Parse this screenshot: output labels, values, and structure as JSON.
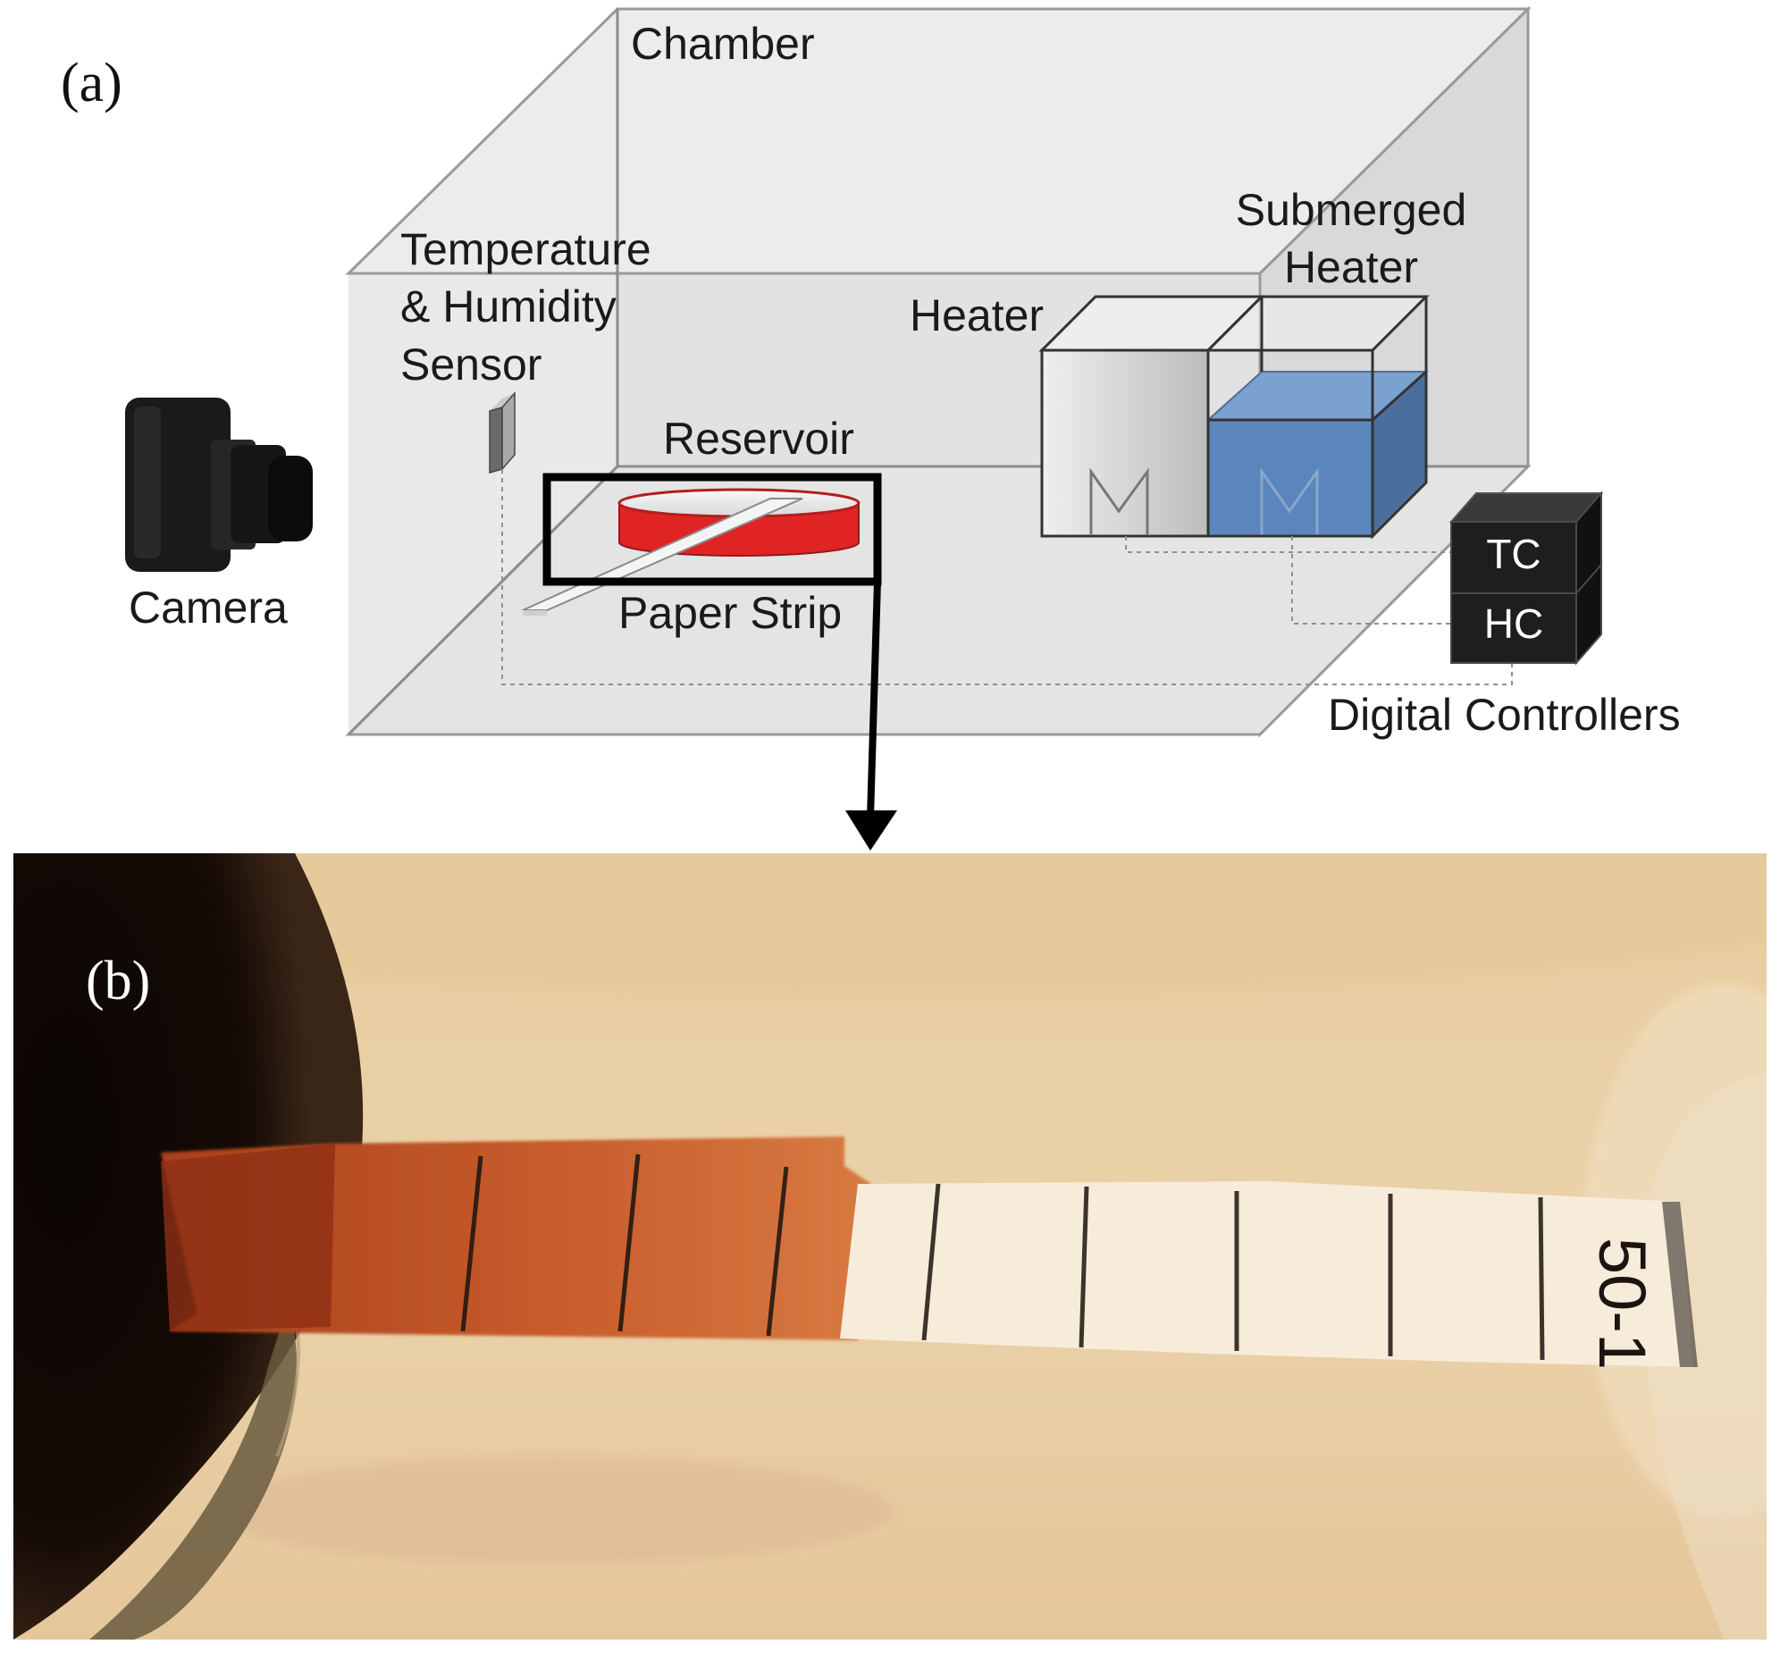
{
  "panel_a": {
    "label": "(a)",
    "labels": {
      "chamber": "Chamber",
      "temp_sensor": [
        "Temperature",
        "& Humidity",
        "Sensor"
      ],
      "submerged_heater": [
        "Submerged",
        "Heater"
      ],
      "heater": "Heater",
      "reservoir": "Reservoir",
      "paper_strip": "Paper Strip",
      "camera": "Camera",
      "tc": "TC",
      "hc": "HC",
      "digital_controllers": "Digital Controllers"
    }
  },
  "panel_b": {
    "label": "(b)",
    "strip_text": "50-1"
  },
  "colors": {
    "chamber_fill": "#e6e6e6",
    "chamber_edge": "#8c8c8c",
    "reservoir_red": "#e02424",
    "water_blue": "#5b86bd",
    "controller_black": "#1e1e1e",
    "photo_background": "#e9cfa3",
    "dyed_strip": "#c65a2a"
  }
}
